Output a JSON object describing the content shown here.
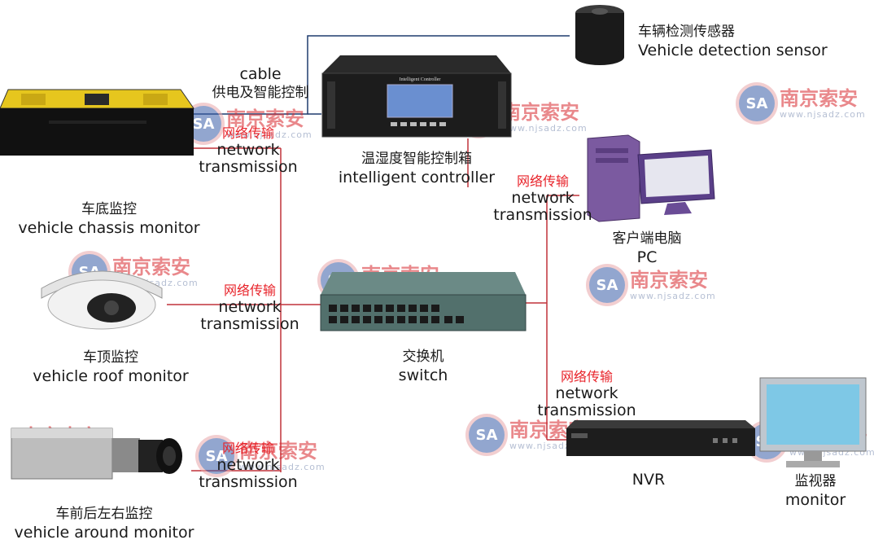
{
  "devices": {
    "sensor": {
      "zh": "车辆检测传感器",
      "en": "Vehicle detection sensor"
    },
    "controller": {
      "zh": "温湿度智能控制箱",
      "en": "intelligent controller",
      "panel_text": "Intelligent Controller"
    },
    "chassis": {
      "zh": "车底监控",
      "en": "vehicle chassis monitor"
    },
    "pc": {
      "zh": "客户端电脑",
      "en": "PC"
    },
    "roof": {
      "zh": "车顶监控",
      "en": "vehicle roof monitor"
    },
    "switch": {
      "zh": "交换机",
      "en": "switch"
    },
    "around": {
      "zh": "车前后左右监控",
      "en": "vehicle around monitor"
    },
    "nvr": {
      "en": "NVR"
    },
    "monitor": {
      "zh": "监视器",
      "en": "monitor"
    }
  },
  "cable_label": {
    "en": "cable",
    "zh": "供电及智能控制"
  },
  "network_label": {
    "zh": "网络传输",
    "en1": "network",
    "en2": "transmission"
  },
  "watermark": {
    "badge": "SA",
    "name": "南京索安",
    "url": "www.njsadz.com"
  },
  "colors": {
    "line": "#c0323a",
    "cable_line": "#1f3b6e",
    "watermark_red": "#d8282e"
  }
}
